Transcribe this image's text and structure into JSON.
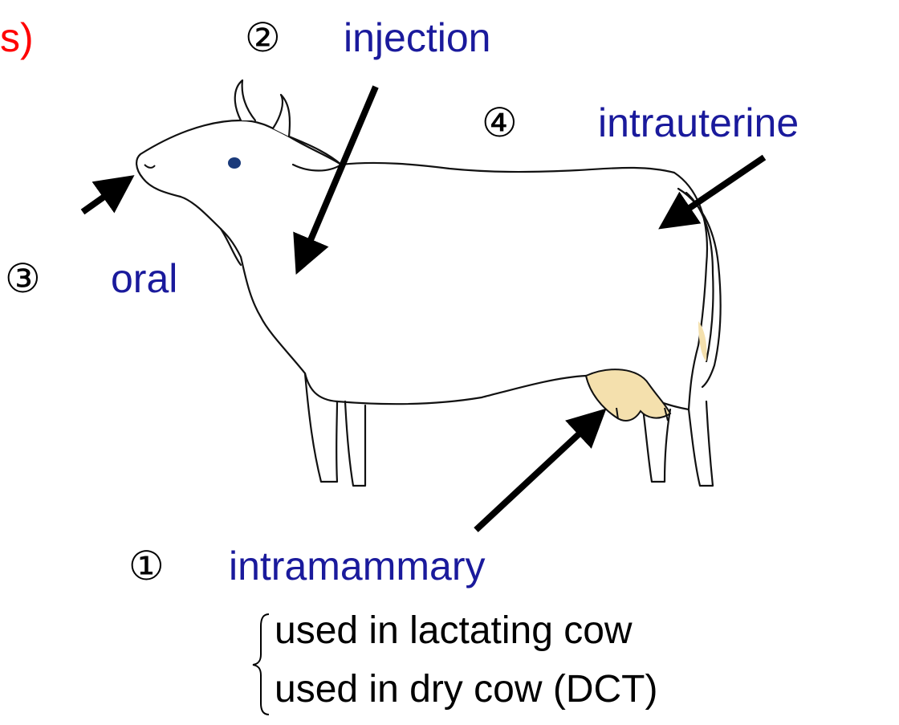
{
  "fragment_text": "s)",
  "routes": {
    "r1": {
      "num": "①",
      "label": "intramammary"
    },
    "r2": {
      "num": "②",
      "label": "injection"
    },
    "r3": {
      "num": "③",
      "label": "oral"
    },
    "r4": {
      "num": "④",
      "label": "intrauterine"
    }
  },
  "sub_items": [
    "used in  lactating cow",
    "used in  dry cow (DCT)"
  ],
  "colors": {
    "label": "#1a1a9c",
    "fragment": "#ff0000",
    "udder": "#f4e0ad",
    "eye": "#1a3a7a"
  }
}
